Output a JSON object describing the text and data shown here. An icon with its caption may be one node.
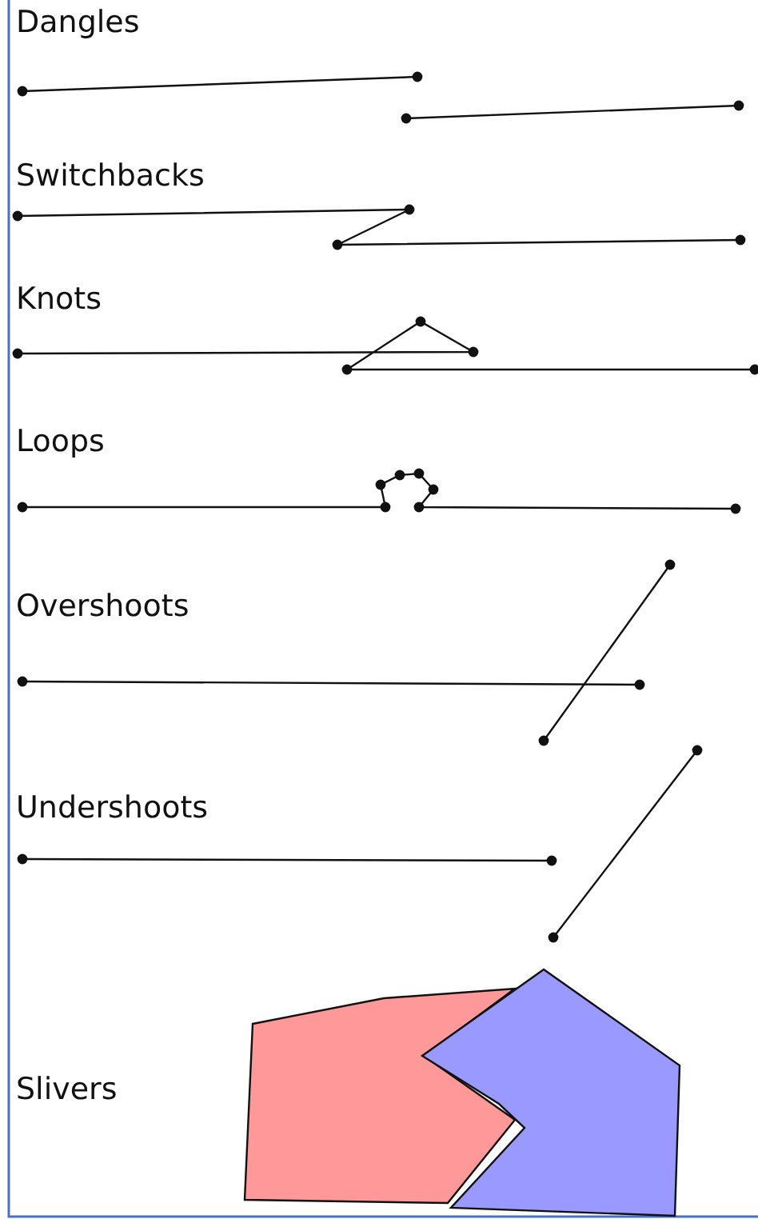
{
  "diagram": {
    "labels": [
      "Dangles",
      "Switchbacks",
      "Knots",
      "Loops",
      "Overshoots",
      "Undershoots",
      "Slivers"
    ]
  }
}
